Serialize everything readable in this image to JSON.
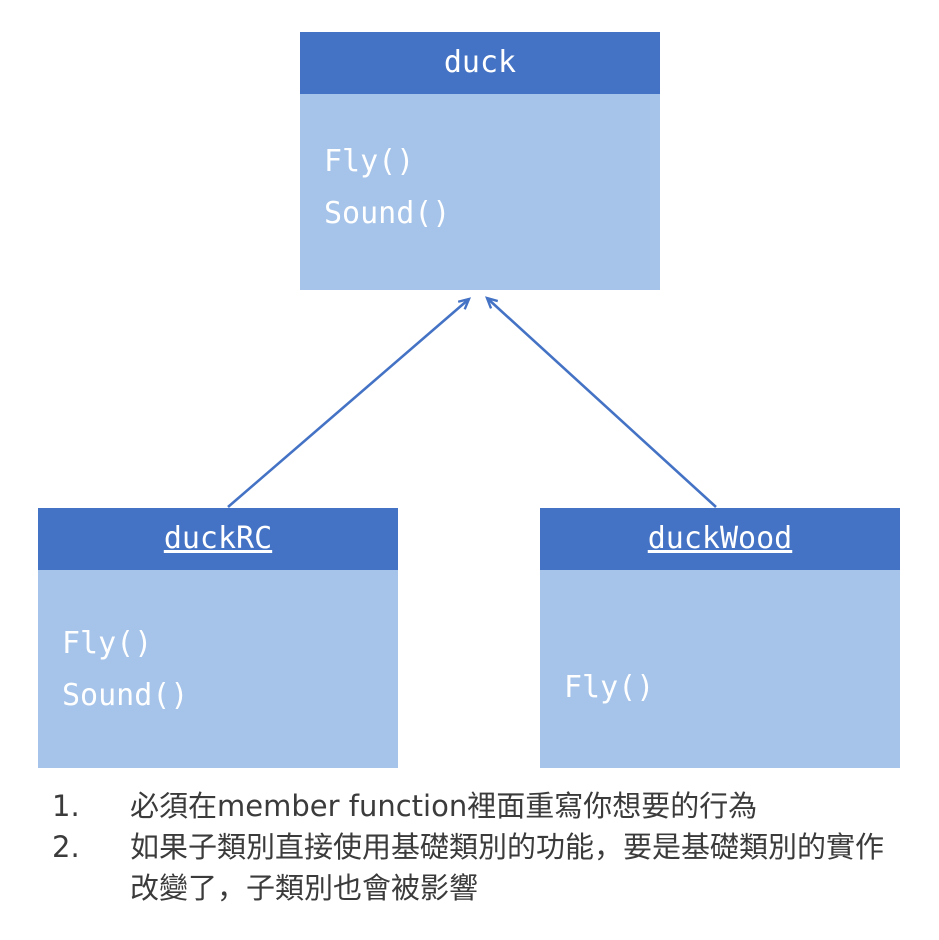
{
  "diagram": {
    "classes": [
      {
        "id": "duck",
        "name": "duck",
        "members": [
          "Fly()",
          "Sound()"
        ]
      },
      {
        "id": "duckRC",
        "name": "duckRC",
        "members": [
          "Fly()",
          "Sound()"
        ]
      },
      {
        "id": "duckWood",
        "name": "duckWood",
        "members": [
          "Fly()"
        ]
      }
    ],
    "relations": [
      {
        "from": "duckRC",
        "to": "duck",
        "type": "inheritance"
      },
      {
        "from": "duckWood",
        "to": "duck",
        "type": "inheritance"
      }
    ],
    "colors": {
      "header": "#4472C4",
      "body": "#A6C4E9",
      "arrow": "#4472C4",
      "box_text": "#ffffff",
      "note_text": "#3b3b3b"
    }
  },
  "notes": {
    "items": [
      {
        "number": "1.",
        "text": "必須在member function裡面重寫你想要的行為"
      },
      {
        "number": "2.",
        "text": "如果子類別直接使用基礎類別的功能，要是基礎類別的實作改變了，子類別也會被影響"
      }
    ]
  }
}
